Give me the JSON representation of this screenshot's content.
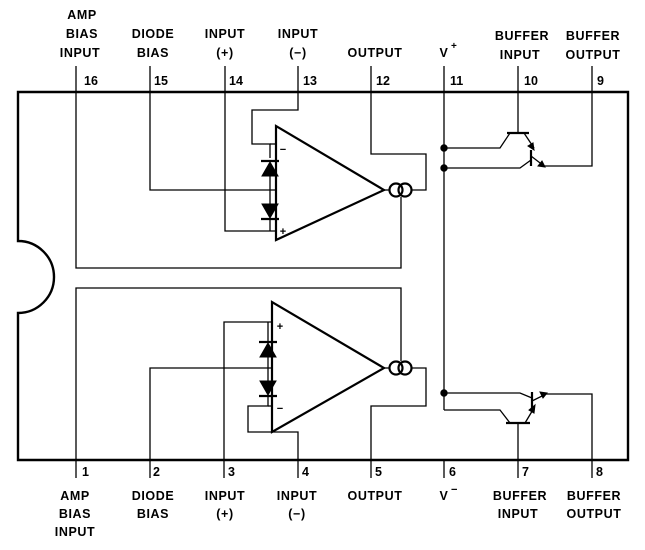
{
  "top_pins": [
    {
      "number": "16",
      "name": [
        "AMP",
        "BIAS",
        "INPUT"
      ]
    },
    {
      "number": "15",
      "name": [
        "DIODE",
        "BIAS"
      ]
    },
    {
      "number": "14",
      "name": [
        "INPUT",
        "(+)"
      ]
    },
    {
      "number": "13",
      "name": [
        "INPUT",
        "(−)"
      ]
    },
    {
      "number": "12",
      "name": [
        "OUTPUT"
      ]
    },
    {
      "number": "11",
      "name": [
        "V",
        "+"
      ]
    },
    {
      "number": "10",
      "name": [
        "BUFFER",
        "INPUT"
      ]
    },
    {
      "number": "9",
      "name": [
        "BUFFER",
        "OUTPUT"
      ]
    }
  ],
  "bottom_pins": [
    {
      "number": "1",
      "name": [
        "AMP",
        "BIAS",
        "INPUT"
      ]
    },
    {
      "number": "2",
      "name": [
        "DIODE",
        "BIAS"
      ]
    },
    {
      "number": "3",
      "name": [
        "INPUT",
        "(+)"
      ]
    },
    {
      "number": "4",
      "name": [
        "INPUT",
        "(−)"
      ]
    },
    {
      "number": "5",
      "name": [
        "OUTPUT"
      ]
    },
    {
      "number": "6",
      "name": [
        "V",
        "−"
      ]
    },
    {
      "number": "7",
      "name": [
        "BUFFER",
        "INPUT"
      ]
    },
    {
      "number": "8",
      "name": [
        "BUFFER",
        "OUTPUT"
      ]
    }
  ],
  "amp_upper": {
    "minus": "−",
    "plus": "+"
  },
  "amp_lower": {
    "plus": "+",
    "minus": "−"
  }
}
